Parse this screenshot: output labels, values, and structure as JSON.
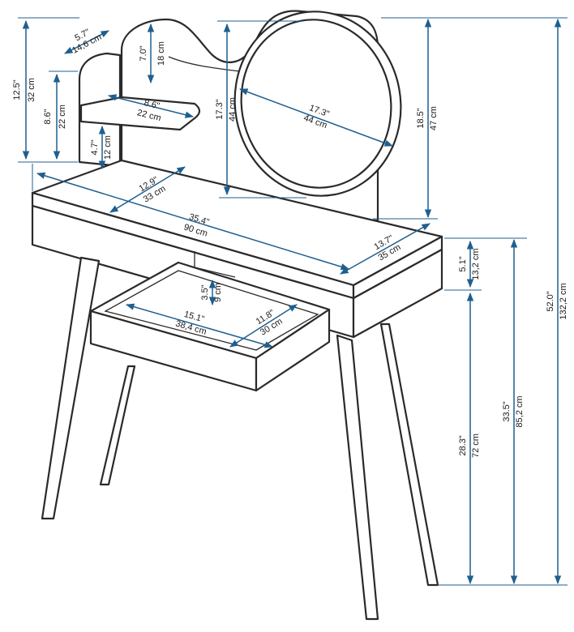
{
  "colors": {
    "outline": "#2a2a2a",
    "dimension": "#1f5f8f"
  },
  "dimensions": {
    "shelf_depth": {
      "inch": "5.7\"",
      "cm": "14,6 cm"
    },
    "backboard_top": {
      "inch": "7.0\"",
      "cm": "18 cm"
    },
    "side_panel": {
      "inch": "12.5\"",
      "cm": "32 cm"
    },
    "shelf_height": {
      "inch": "8.6\"",
      "cm": "22 cm"
    },
    "shelf_width": {
      "inch": "8.6\"",
      "cm": "22 cm"
    },
    "shelf_clearance": {
      "inch": "4.7\"",
      "cm": "12 cm"
    },
    "mirror_height": {
      "inch": "17.3\"",
      "cm": "44 cm"
    },
    "mirror_diameter": {
      "inch": "17.3\"",
      "cm": "44 cm"
    },
    "upper_height": {
      "inch": "18.5\"",
      "cm": "47 cm"
    },
    "top_depth": {
      "inch": "12.9\"",
      "cm": "33 cm"
    },
    "top_width": {
      "inch": "35.4\"",
      "cm": "90 cm"
    },
    "table_depth": {
      "inch": "13.7\"",
      "cm": "35 cm"
    },
    "drawer_front": {
      "inch": "5.1\"",
      "cm": "13,2 cm"
    },
    "drawer_depth_in": {
      "inch": "3.5\"",
      "cm": "9 cm"
    },
    "drawer_width": {
      "inch": "15.1\"",
      "cm": "38,4 cm"
    },
    "drawer_length": {
      "inch": "11.8\"",
      "cm": "30 cm"
    },
    "leg_height": {
      "inch": "28.3\"",
      "cm": "72 cm"
    },
    "table_height": {
      "inch": "33.5\"",
      "cm": "85,2 cm"
    },
    "total_height": {
      "inch": "52.0\"",
      "cm": "132,2 cm"
    }
  }
}
